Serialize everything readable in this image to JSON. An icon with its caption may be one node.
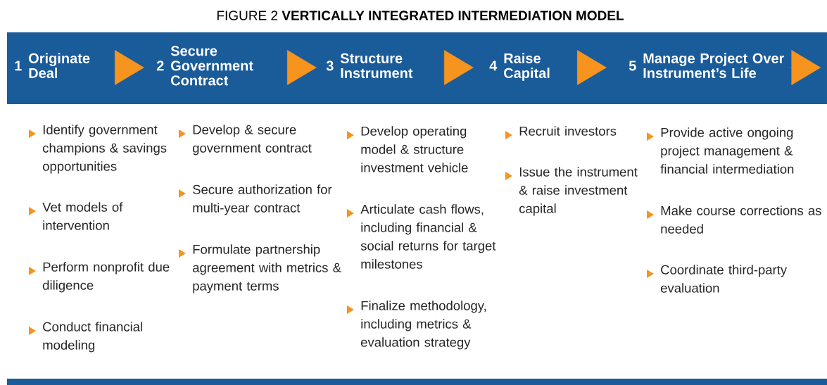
{
  "diagram": {
    "title": "FIGURE 2 **VERTICALLY INTEGRATED INTERMEDIATION MODEL**",
    "nodes": [
      {
        "text": [
          "1",
          "Originate Deal"
        ]
      },
      {
        "text": [
          "2",
          "Secure Government Contract"
        ]
      },
      {
        "text": [
          "3",
          "Structure Instrument"
        ]
      },
      {
        "text": [
          "4",
          "Raise Capital"
        ]
      },
      {
        "text": [
          "5",
          "Manage Project Over Instrument’s Life"
        ]
      }
    ],
    "edges": [
      {
        "from": 0,
        "to": 1,
        "arrow": "to"
      },
      {
        "from": 1,
        "to": 2,
        "arrow": "to"
      },
      {
        "from": 2,
        "to": 3,
        "arrow": "to"
      },
      {
        "from": 3,
        "to": 4,
        "arrow": "to"
      },
      {
        "from": 4,
        "to": null,
        "arrow": "to"
      }
    ],
    "labels": [
      "Identify government champions & savings opportunities",
      "Vet models of intervention",
      "Perform nonprofit due diligence",
      "Conduct financial modeling",
      "Develop & secure government contract",
      "Secure authorization for multi-year contract",
      "Formulate partnership agreement with metrics & payment terms",
      "Develop operating model & structure investment vehicle",
      "Articulate cash flows, including financial & social returns for target milestones",
      "Finalize methodology, including metrics & evaluation strategy",
      "Recruit investors",
      "Issue the instrument & raise investment capital",
      "Provide active ongoing project management & financial intermediation",
      "Make course corrections as needed",
      "Coordinate third-party evaluation"
    ]
  }
}
